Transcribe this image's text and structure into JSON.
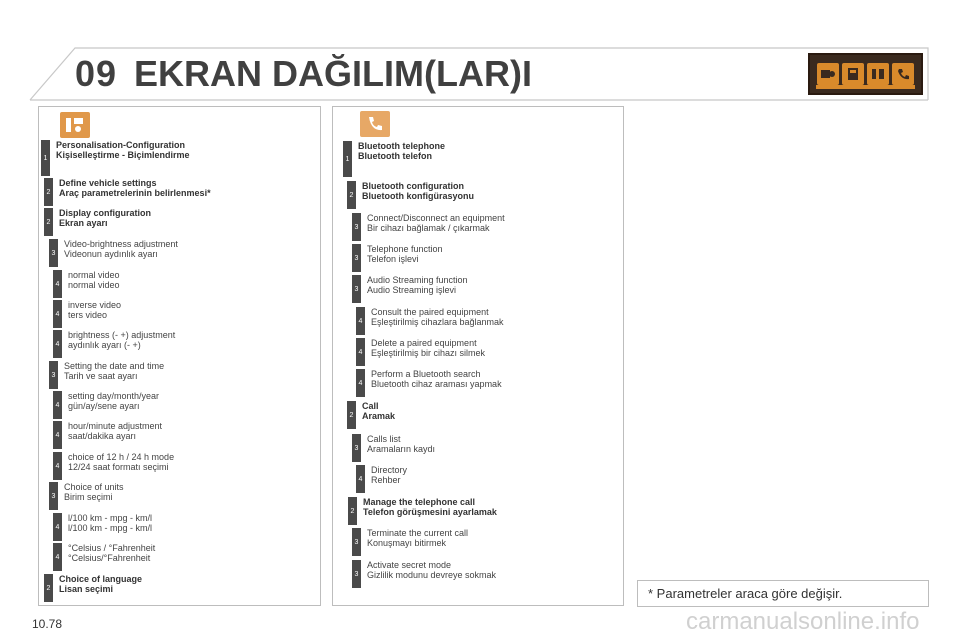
{
  "header": {
    "chapter": "09",
    "title": "EKRAN DAĞILIM(LAR)I"
  },
  "left": {
    "items": [
      {
        "level": "1",
        "line1": "Personalisation-Configuration",
        "line2": "Kişiselleştirme - Biçimlendirme",
        "bold": true
      },
      {
        "level": "2",
        "line1": "Define vehicle settings",
        "line2": "Araç parametrelerinin belirlenmesi*",
        "bold": true
      },
      {
        "level": "2",
        "line1": "Display configuration",
        "line2": "Ekran ayarı",
        "bold": true
      },
      {
        "level": "3",
        "line1": "Video-brightness adjustment",
        "line2": "Videonun aydınlık ayarı",
        "bold": false
      },
      {
        "level": "4",
        "line1": "normal video",
        "line2": "normal video",
        "bold": false
      },
      {
        "level": "4",
        "line1": "inverse video",
        "line2": "ters video",
        "bold": false
      },
      {
        "level": "4",
        "line1": "brightness (- +) adjustment",
        "line2": "aydınlık ayarı (- +)",
        "bold": false
      },
      {
        "level": "3",
        "line1": "Setting the date and time",
        "line2": "Tarih ve saat ayarı",
        "bold": false
      },
      {
        "level": "4",
        "line1": "setting day/month/year",
        "line2": "gün/ay/sene ayarı",
        "bold": false
      },
      {
        "level": "4",
        "line1": "hour/minute adjustment",
        "line2": "saat/dakika ayarı",
        "bold": false
      },
      {
        "level": "4",
        "line1": "choice of 12 h / 24 h mode",
        "line2": "12/24 saat formatı seçimi",
        "bold": false
      },
      {
        "level": "3",
        "line1": "Choice of units",
        "line2": "Birim seçimi",
        "bold": false
      },
      {
        "level": "4",
        "line1": "l/100 km - mpg - km/l",
        "line2": "l/100 km - mpg - km/l",
        "bold": false
      },
      {
        "level": "4",
        "line1": "°Celsius / °Fahrenheit",
        "line2": "°Celsius/°Fahrenheit",
        "bold": false
      },
      {
        "level": "2",
        "line1": "Choice of language",
        "line2": "Lisan seçimi",
        "bold": true
      }
    ]
  },
  "right": {
    "items": [
      {
        "level": "1",
        "line1": "Bluetooth telephone",
        "line2": "Bluetooth telefon",
        "bold": true
      },
      {
        "level": "2",
        "line1": "Bluetooth configuration",
        "line2": "Bluetooth konfigürasyonu",
        "bold": true
      },
      {
        "level": "3",
        "line1": "Connect/Disconnect an equipment",
        "line2": "Bir cihazı bağlamak / çıkarmak",
        "bold": false
      },
      {
        "level": "3",
        "line1": "Telephone function",
        "line2": "Telefon işlevi",
        "bold": false
      },
      {
        "level": "3",
        "line1": "Audio Streaming function",
        "line2": "Audio Streaming işlevi",
        "bold": false
      },
      {
        "level": "4",
        "line1": "Consult the paired equipment",
        "line2": "Eşleştirilmiş cihazlara bağlanmak",
        "bold": false
      },
      {
        "level": "4",
        "line1": "Delete a paired equipment",
        "line2": "Eşleştirilmiş bir cihazı silmek",
        "bold": false
      },
      {
        "level": "4",
        "line1": "Perform a Bluetooth search",
        "line2": "Bluetooth cihaz araması yapmak",
        "bold": false
      },
      {
        "level": "2",
        "line1": "Call",
        "line2": "Aramak",
        "bold": true
      },
      {
        "level": "3",
        "line1": "Calls list",
        "line2": "Aramaların kaydı",
        "bold": false
      },
      {
        "level": "4",
        "line1": "Directory",
        "line2": "Rehber",
        "bold": false
      },
      {
        "level": "2",
        "line1": "Manage the telephone call",
        "line2": "Telefon görüşmesini ayarlamak",
        "bold": true
      },
      {
        "level": "3",
        "line1": "Terminate the current call",
        "line2": "Konuşmayı bitirmek",
        "bold": false
      },
      {
        "level": "3",
        "line1": "Activate secret mode",
        "line2": "Gizlilik modunu devreye sokmak",
        "bold": false
      }
    ]
  },
  "footnote": "* Parametreler araca göre değişir.",
  "page_number": "10.78",
  "watermark": "carmanualsonline.info",
  "colors": {
    "badge": "#4a4a4a",
    "accent": "#e0984a",
    "header_badge_bg": "#3a2a1f"
  }
}
